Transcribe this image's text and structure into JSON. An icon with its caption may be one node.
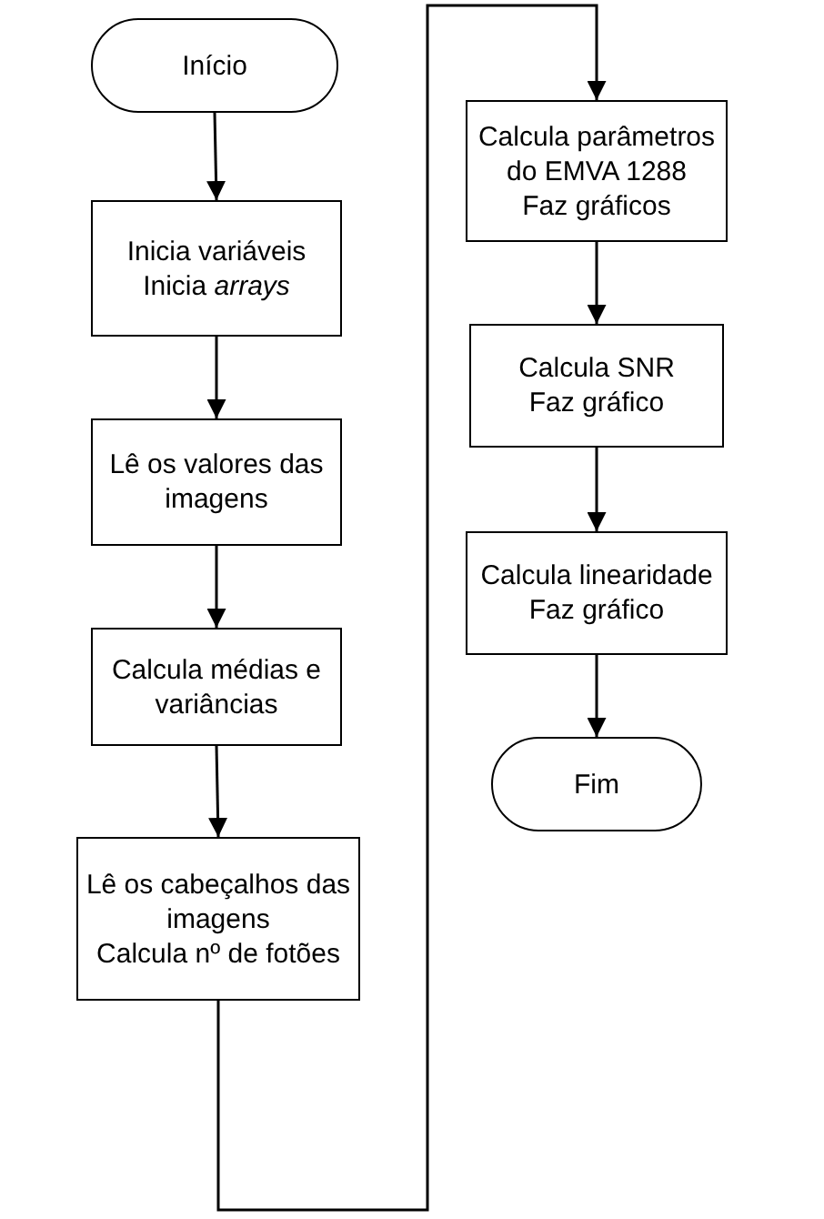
{
  "diagram": {
    "nodes": [
      {
        "text": [
          "Início"
        ]
      },
      {
        "text": [
          "Inicia variáveis",
          "Inicia *arrays*"
        ]
      },
      {
        "text": [
          "Lê os valores das imagens"
        ]
      },
      {
        "text": [
          "Calcula médias e variâncias"
        ]
      },
      {
        "text": [
          "Lê os cabeçalhos das imagens",
          "Calcula nº de fotões"
        ]
      },
      {
        "text": [
          "Calcula parâmetros do EMVA 1288",
          "Faz gráficos"
        ]
      },
      {
        "text": [
          "Calcula SNR",
          "Faz gráfico"
        ]
      },
      {
        "text": [
          "Calcula linearidade",
          "Faz gráfico"
        ]
      },
      {
        "text": [
          "Fim"
        ]
      }
    ],
    "edges": [
      {
        "from": 0,
        "to": 1,
        "arrow": "to"
      },
      {
        "from": 1,
        "to": 2,
        "arrow": "to"
      },
      {
        "from": 2,
        "to": 3,
        "arrow": "to"
      },
      {
        "from": 3,
        "to": 4,
        "arrow": "to"
      },
      {
        "from": 4,
        "to": 5,
        "arrow": "to"
      },
      {
        "from": 5,
        "to": 6,
        "arrow": "to"
      },
      {
        "from": 6,
        "to": 7,
        "arrow": "to"
      },
      {
        "from": 7,
        "to": 8,
        "arrow": "to"
      }
    ]
  }
}
